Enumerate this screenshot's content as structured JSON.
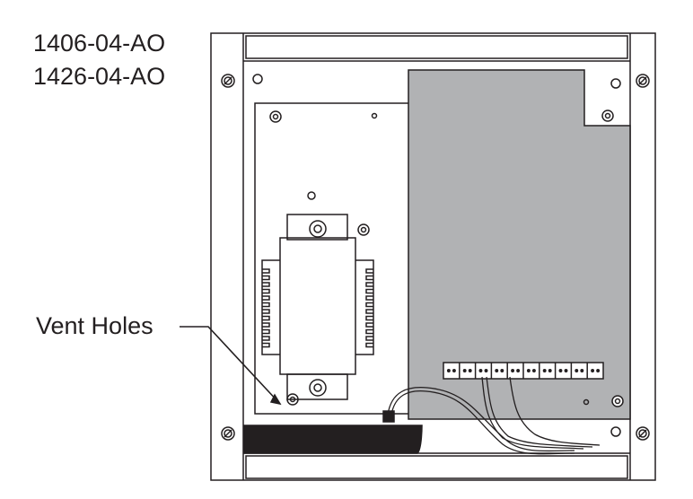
{
  "labels": {
    "model_numbers": [
      "1406-04-AO",
      "1426-04-AO"
    ],
    "vent_holes": "Vent Holes"
  },
  "colors": {
    "line": "#231f20",
    "circuit_board": "#b1b2b4",
    "vent": "#231f20",
    "background": "#ffffff"
  },
  "terminal_block": {
    "positions": 10
  }
}
